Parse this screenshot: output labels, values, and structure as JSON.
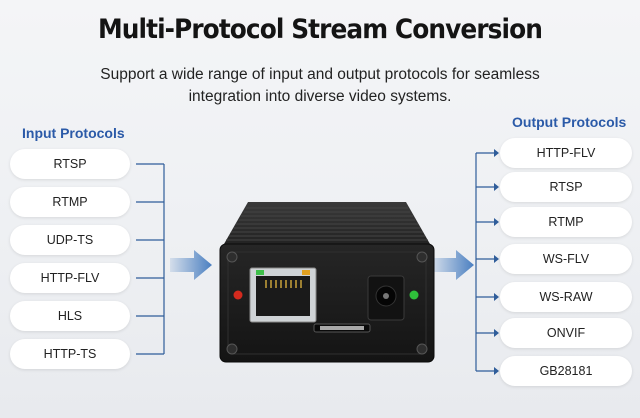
{
  "header": {
    "title": "Multi-Protocol Stream Conversion",
    "subtitle": "Support a wide range of input and output protocols for seamless integration into diverse video systems."
  },
  "input": {
    "heading": "Input Protocols",
    "items": [
      "RTSP",
      "RTMP",
      "UDP-TS",
      "HTTP-FLV",
      "HLS",
      "HTTP-TS"
    ]
  },
  "output": {
    "heading": "Output Protocols",
    "items": [
      "HTTP-FLV",
      "RTSP",
      "RTMP",
      "WS-FLV",
      "WS-RAW",
      "ONVIF",
      "GB28181"
    ]
  },
  "colors": {
    "heading": "#2b5aa8",
    "connector": "#2f5d9a",
    "arrow": "#4a7fc1",
    "device_body": "#1c1c1c",
    "led_red": "#d42a1e",
    "led_green": "#2fbf3a"
  }
}
